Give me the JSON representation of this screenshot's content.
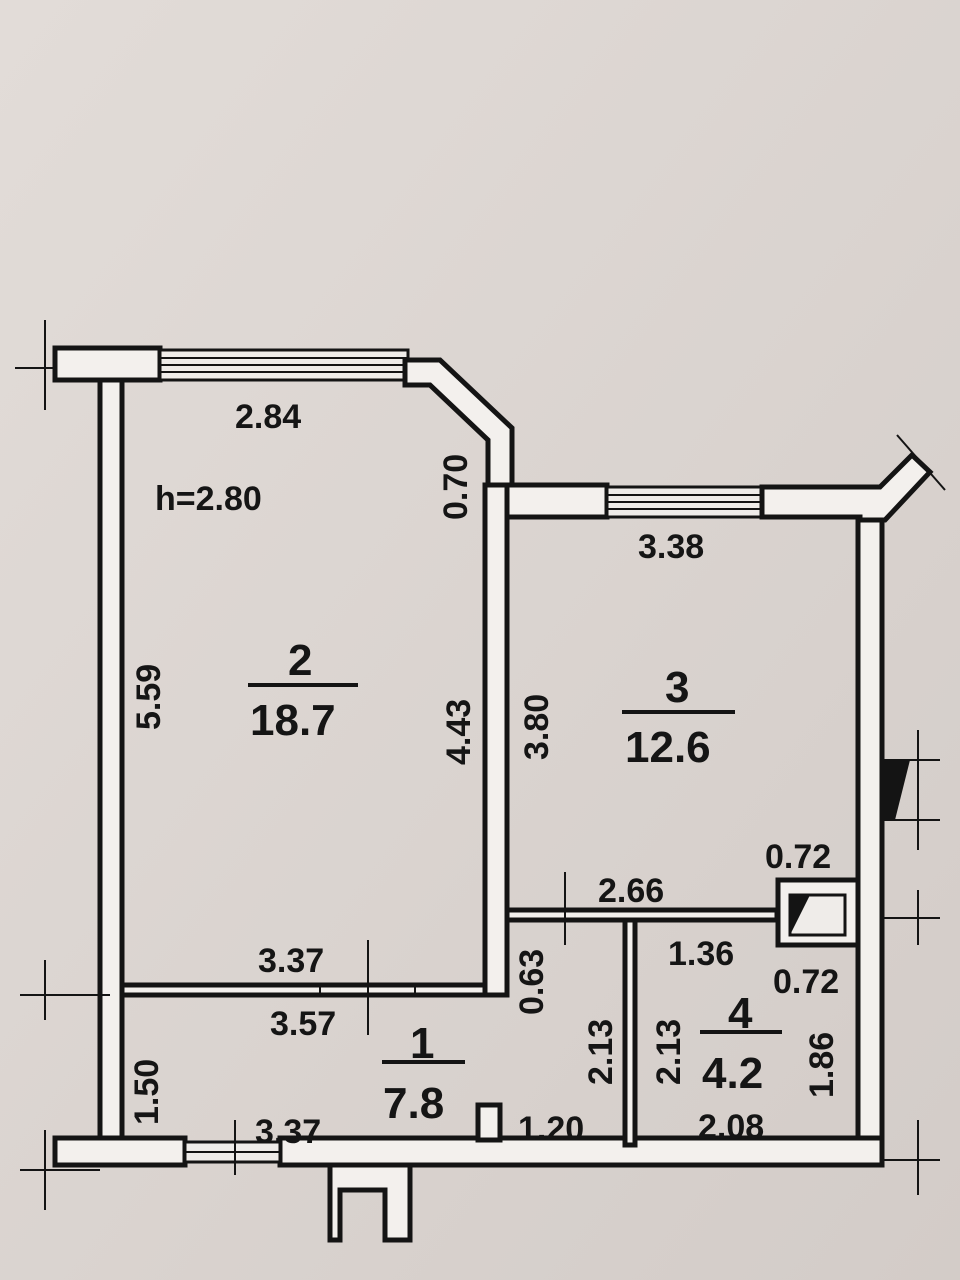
{
  "plan": {
    "height_label": "h=2.80",
    "rooms": [
      {
        "number": "1",
        "area": "7.8"
      },
      {
        "number": "2",
        "area": "18.7"
      },
      {
        "number": "3",
        "area": "12.6"
      },
      {
        "number": "4",
        "area": "4.2"
      }
    ],
    "dimensions": {
      "room2_top_width": "2.84",
      "room2_left_height": "5.59",
      "room2_bay_diagonal": "0.70",
      "room2_right_height": "4.43",
      "room2_bottom_width": "3.37",
      "room1_top_width": "3.57",
      "room1_left_height": "1.50",
      "room1_bottom_width": "3.37",
      "room1_right_offset": "0.63",
      "room1_door_width": "1.20",
      "corridor_height_a": "2.13",
      "corridor_height_b": "2.13",
      "room3_top_width": "3.38",
      "room3_left_height": "3.80",
      "room3_bottom_width": "2.66",
      "duct_width": "0.72",
      "duct_depth": "0.72",
      "room4_top_width": "1.36",
      "room4_right_height": "1.86",
      "room4_bottom_width": "2.08"
    }
  }
}
